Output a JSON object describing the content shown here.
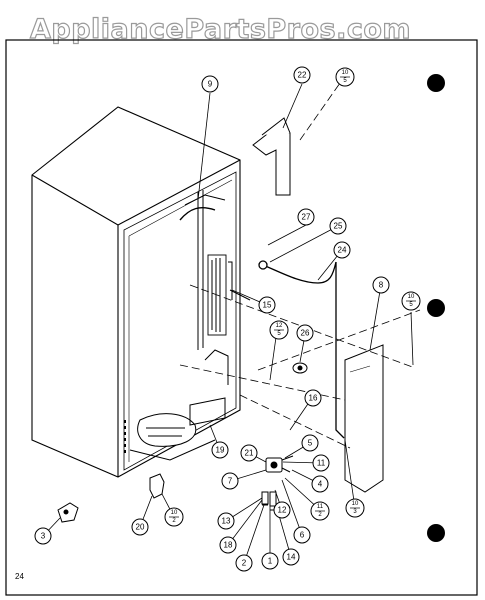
{
  "watermark": "AppliancePartsPros.com",
  "page_number": "24",
  "callouts": {
    "c9": "9",
    "c22": "22",
    "c10a_num": "10",
    "c10a_den": "5",
    "c27": "27",
    "c25": "25",
    "c24": "24",
    "c8": "8",
    "c10b_num": "10",
    "c10b_den": "5",
    "c15": "15",
    "c12a_num": "12",
    "c12a_den": "5",
    "c26": "26",
    "c16": "16",
    "c19": "19",
    "c5": "5",
    "c21": "21",
    "c11": "11",
    "c7": "7",
    "c4": "4",
    "c10c_num": "10",
    "c10c_den": "3",
    "c11b_num": "11",
    "c11b_den": "2",
    "c3": "3",
    "c20": "20",
    "c10d_num": "10",
    "c10d_den": "2",
    "c13": "13",
    "c12": "12",
    "c6": "6",
    "c18": "18",
    "c2": "2",
    "c1": "1",
    "c14": "14"
  }
}
